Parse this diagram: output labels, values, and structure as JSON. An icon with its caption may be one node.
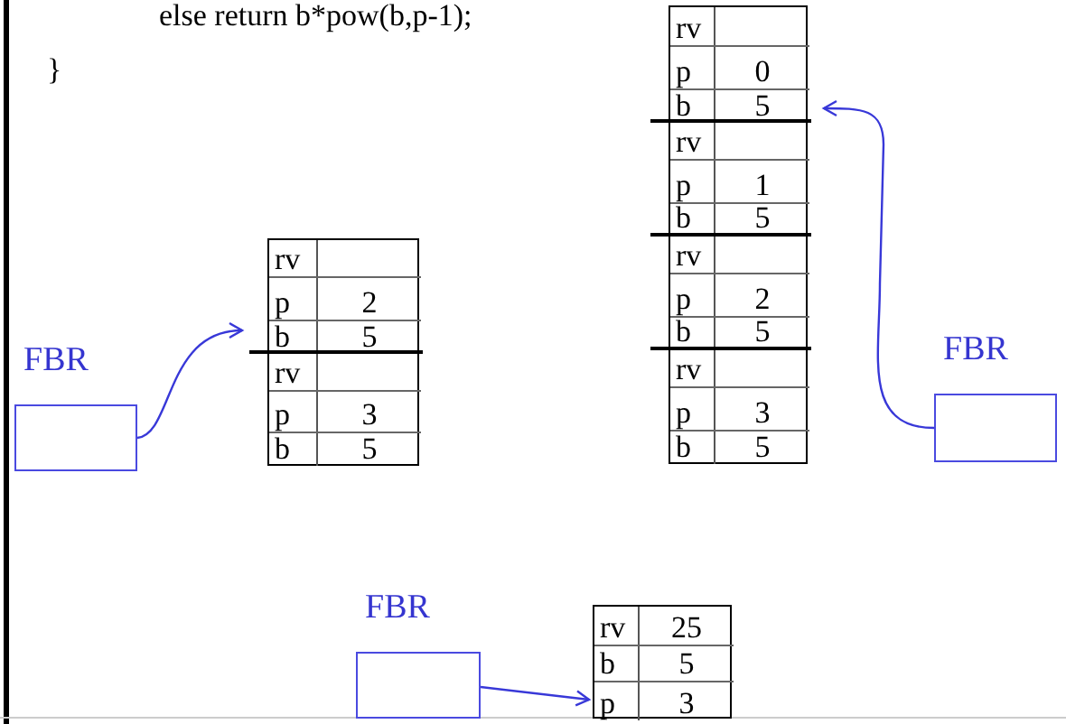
{
  "diagram": {
    "nodes": [
      {
        "text": [],
        "shape": "box"
      },
      {
        "text": [
          "rv"
        ],
        "in": 0
      },
      {
        "text": [
          "p",
          "2"
        ],
        "in": 0
      },
      {
        "text": [
          "b",
          "5"
        ],
        "in": 0
      },
      {
        "text": [],
        "shape": "box"
      },
      {
        "text": [
          "rv"
        ],
        "in": 4
      },
      {
        "text": [
          "p",
          "3"
        ],
        "in": 4
      },
      {
        "text": [
          "b",
          "5"
        ],
        "in": 4
      },
      {
        "text": [],
        "shape": "box"
      },
      {
        "text": [
          "rv"
        ],
        "in": 8
      },
      {
        "text": [
          "p",
          "0"
        ],
        "in": 8
      },
      {
        "text": [
          "b",
          "5"
        ],
        "in": 8
      },
      {
        "text": [],
        "shape": "box"
      },
      {
        "text": [
          "rv"
        ],
        "in": 12
      },
      {
        "text": [
          "p",
          "1"
        ],
        "in": 12
      },
      {
        "text": [
          "b",
          "5"
        ],
        "in": 12
      },
      {
        "text": [],
        "shape": "box"
      },
      {
        "text": [
          "rv"
        ],
        "in": 16
      },
      {
        "text": [
          "p",
          "2"
        ],
        "in": 16
      },
      {
        "text": [
          "b",
          "5"
        ],
        "in": 16
      },
      {
        "text": [],
        "shape": "box"
      },
      {
        "text": [
          "rv"
        ],
        "in": 20
      },
      {
        "text": [
          "p",
          "3"
        ],
        "in": 20
      },
      {
        "text": [
          "b",
          "5"
        ],
        "in": 20
      },
      {
        "text": [
          "FBR"
        ]
      },
      {
        "text": [
          "FBR"
        ]
      },
      {
        "text": [
          "FBR"
        ]
      },
      {
        "text": [],
        "shape": "box"
      },
      {
        "text": [
          "rv",
          "25"
        ],
        "in": 27
      },
      {
        "text": [
          "b",
          "5"
        ],
        "in": 27
      },
      {
        "text": [
          "p",
          "3"
        ],
        "in": 27
      }
    ],
    "edges": [
      {
        "from": 24,
        "to": 3,
        "arrow": "to"
      },
      {
        "from": 25,
        "to": 11,
        "arrow": "to"
      },
      {
        "from": 26,
        "to": 30,
        "arrow": "to"
      }
    ],
    "labels": [
      "else return b*pow(b,p-1);",
      "}"
    ]
  }
}
